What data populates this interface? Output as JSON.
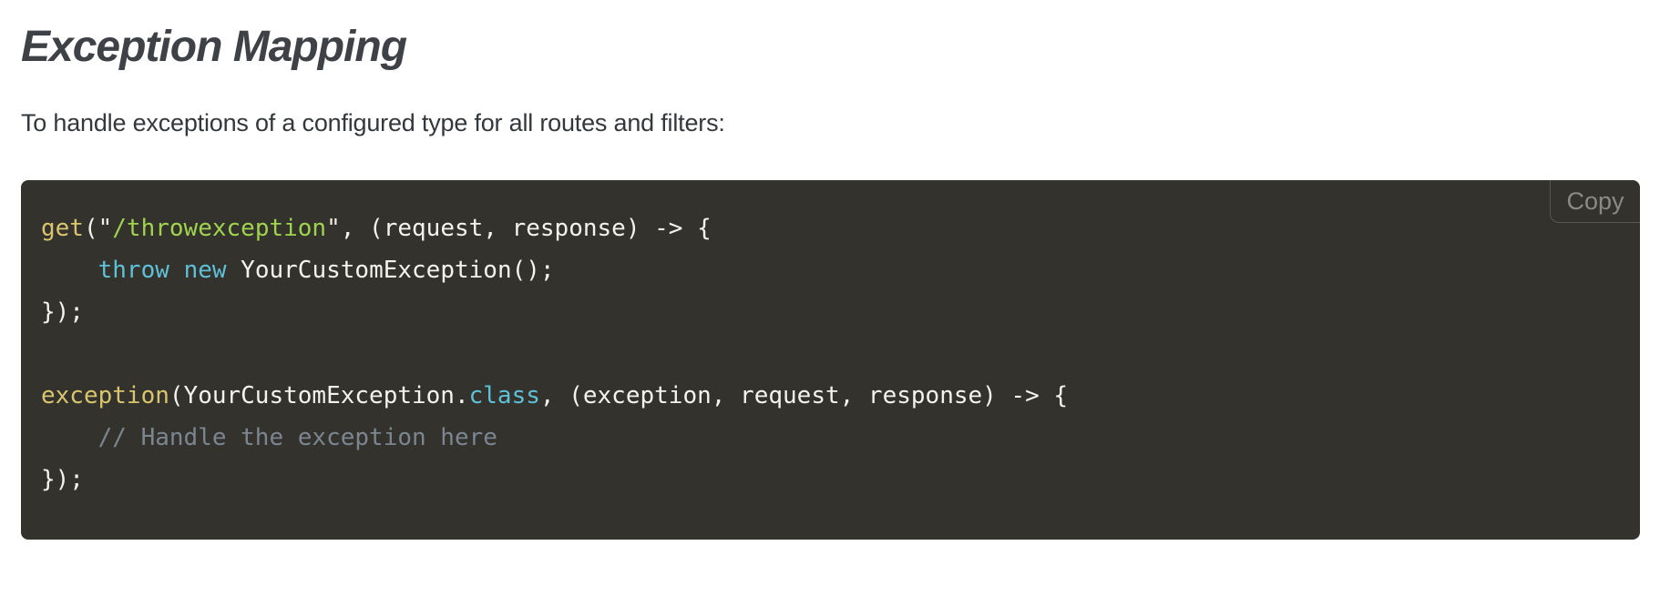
{
  "heading": {
    "title": "Exception Mapping"
  },
  "intro": {
    "text": "To handle exceptions of a configured type for all routes and filters:"
  },
  "code_block": {
    "copy_label": "Copy",
    "language": "java",
    "colors": {
      "background": "#33322d",
      "plain": "#f4f3ee",
      "function": "#d8c56d",
      "string": "#a0d44e",
      "quote": "#eeede2",
      "keyword": "#5ec1d8",
      "comment": "#7c8691",
      "copy_text": "#8b8a84",
      "copy_border": "#56554e"
    },
    "lines": [
      {
        "segments": [
          {
            "text": "get",
            "type": "function"
          },
          {
            "text": "(",
            "type": "plain"
          },
          {
            "text": "\"",
            "type": "quote"
          },
          {
            "text": "/throwexception",
            "type": "string"
          },
          {
            "text": "\"",
            "type": "quote"
          },
          {
            "text": ", (request, response) -> {",
            "type": "plain"
          }
        ]
      },
      {
        "segments": [
          {
            "text": "    ",
            "type": "plain"
          },
          {
            "text": "throw",
            "type": "keyword"
          },
          {
            "text": " ",
            "type": "plain"
          },
          {
            "text": "new",
            "type": "keyword"
          },
          {
            "text": " YourCustomException();",
            "type": "plain"
          }
        ]
      },
      {
        "segments": [
          {
            "text": "});",
            "type": "plain"
          }
        ]
      },
      {
        "segments": []
      },
      {
        "segments": [
          {
            "text": "exception",
            "type": "function"
          },
          {
            "text": "(YourCustomException.",
            "type": "plain"
          },
          {
            "text": "class",
            "type": "keyword"
          },
          {
            "text": ", (exception, request, response) -> {",
            "type": "plain"
          }
        ]
      },
      {
        "segments": [
          {
            "text": "    ",
            "type": "plain"
          },
          {
            "text": "// Handle the exception here",
            "type": "comment"
          }
        ]
      },
      {
        "segments": [
          {
            "text": "});",
            "type": "plain"
          }
        ]
      }
    ]
  }
}
